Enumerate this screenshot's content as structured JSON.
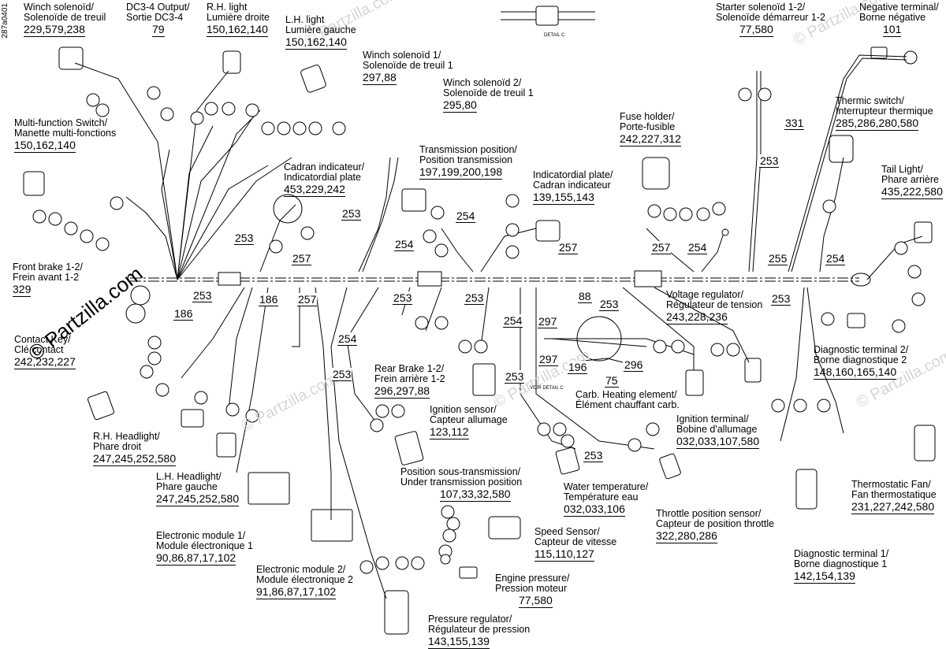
{
  "figure_code": "287a0401",
  "watermark": "© Partzilla.com",
  "components": {
    "winch_solenoid": {
      "line1": "Winch solenoïd/",
      "line2": "Solenoïde de treuil",
      "parts": "229,579,238"
    },
    "dc3_4_output": {
      "line1": "DC3-4 Output/",
      "line2": "Sortie DC3-4",
      "parts": "79"
    },
    "rh_light": {
      "line1": "R.H. light",
      "line2": "Lumière droite",
      "parts": "150,162,140"
    },
    "lh_light": {
      "line1": "L.H. light",
      "line2": "Lumière gauche",
      "parts": "150,162,140"
    },
    "winch_solenoid_1": {
      "line1": "Winch solenoïd 1/",
      "line2": "Solenoïde de treuil 1",
      "parts": "297,88"
    },
    "winch_solenoid_2": {
      "line1": "Winch solenoïd 2/",
      "line2": "Solenoïde de treuil 1",
      "parts": "295,80"
    },
    "starter_solenoid": {
      "line1": "Starter solenoïd 1-2/",
      "line2": "Solenoïde démarreur 1-2",
      "parts": "77,580"
    },
    "negative_terminal": {
      "line1": "Negative terminal/",
      "line2": "Borne négative",
      "parts": "101"
    },
    "multi_function_switch": {
      "line1": "Multi-function Switch/",
      "line2": "Manette multi-fonctions",
      "parts": "150,162,140"
    },
    "cadran_indicateur": {
      "line1": "Cadran indicateur/",
      "line2": "Indicatordial plate",
      "parts": "453,229,242"
    },
    "transmission_position": {
      "line1": "Transmission position/",
      "line2": "Position transmission",
      "parts": "197,199,200,198"
    },
    "indicatordial_plate": {
      "line1": "Indicatordial plate/",
      "line2": "Cadran indicateur",
      "parts": "139,155,143"
    },
    "fuse_holder": {
      "line1": "Fuse holder/",
      "line2": "Porte-fusible",
      "parts": "242,227,312"
    },
    "thermic_switch": {
      "line1": "Thermic switch/",
      "line2": "Interrupteur thermique",
      "parts": "285,286,280,580"
    },
    "tail_light": {
      "line1": "Tail Light/",
      "line2": "Phare arrière",
      "parts": "435,222,580"
    },
    "front_brake": {
      "line1": "Front brake 1-2/",
      "line2": "Frein avant 1-2",
      "parts": "329"
    },
    "voltage_regulator": {
      "line1": "Voltage regulator/",
      "line2": "Régulateur de tension",
      "parts": "243,228,236"
    },
    "diagnostic_terminal_2": {
      "line1": "Diagnostic terminal 2/",
      "line2": "Borne diagnostique 2",
      "parts": "148,160,165,140"
    },
    "contact_key": {
      "line1": "Contact Key/",
      "line2": "Clé contact",
      "parts": "242,232,227"
    },
    "rear_brake": {
      "line1": "Rear Brake 1-2/",
      "line2": "Frein arrière 1-2",
      "parts": "296,297,88"
    },
    "ignition_sensor": {
      "line1": "Ignition sensor/",
      "line2": "Capteur allumage",
      "parts": "123,112"
    },
    "carb_heating": {
      "line1": "Carb. Heating element/",
      "line2": "Élément chauffant carb."
    },
    "ignition_terminal": {
      "line1": "Ignition terminal/",
      "line2": "Bobine d'allumage",
      "parts": "032,033,107,580"
    },
    "rh_headlight": {
      "line1": "R.H. Headlight/",
      "line2": "Phare droit",
      "parts": "247,245,252,580"
    },
    "lh_headlight": {
      "line1": "L.H. Headlight/",
      "line2": "Phare gauche",
      "parts": "247,245,252,580"
    },
    "under_transmission": {
      "line1": "Position sous-transmission/",
      "line2": "Under transmission position",
      "parts": "107,33,32,580"
    },
    "water_temperature": {
      "line1": "Water temperature/",
      "line2": "Température eau",
      "parts": "032,033,106"
    },
    "throttle_position": {
      "line1": "Throttle position sensor/",
      "line2": "Capteur de position throttle",
      "parts": "322,280,286"
    },
    "thermostatic_fan": {
      "line1": "Thermostatic Fan/",
      "line2": "Fan thermostatique",
      "parts": "231,227,242,580"
    },
    "electronic_module_1": {
      "line1": "Electronic module 1/",
      "line2": "Module électronique 1",
      "parts": "90,86,87,17,102"
    },
    "speed_sensor": {
      "line1": "Speed Sensor/",
      "line2": "Capteur de vitesse",
      "parts": "115,110,127"
    },
    "electronic_module_2": {
      "line1": "Electronic module 2/",
      "line2": "Module électronique 2",
      "parts": "91,86,87,17,102"
    },
    "engine_pressure": {
      "line1": "Engine pressure/",
      "line2": "Pression moteur",
      "parts": "77,580"
    },
    "diagnostic_terminal_1": {
      "line1": "Diagnostic terminal 1/",
      "line2": "Borne diagnostique 1",
      "parts": "142,154,139"
    },
    "pressure_regulator": {
      "line1": "Pressure regulator/",
      "line2": "Régulateur de pression",
      "parts": "143,155,139"
    }
  },
  "refs": [
    "253",
    "257",
    "253",
    "254",
    "254",
    "257",
    "257",
    "254",
    "255",
    "254",
    "253",
    "331",
    "253",
    "186",
    "186",
    "257",
    "253",
    "253",
    "254",
    "253",
    "88",
    "253",
    "297",
    "196",
    "75",
    "296",
    "254",
    "253",
    "253",
    "253"
  ],
  "detail_c": "DETAIL C",
  "voir_detail": "VOIR DETAIL C"
}
